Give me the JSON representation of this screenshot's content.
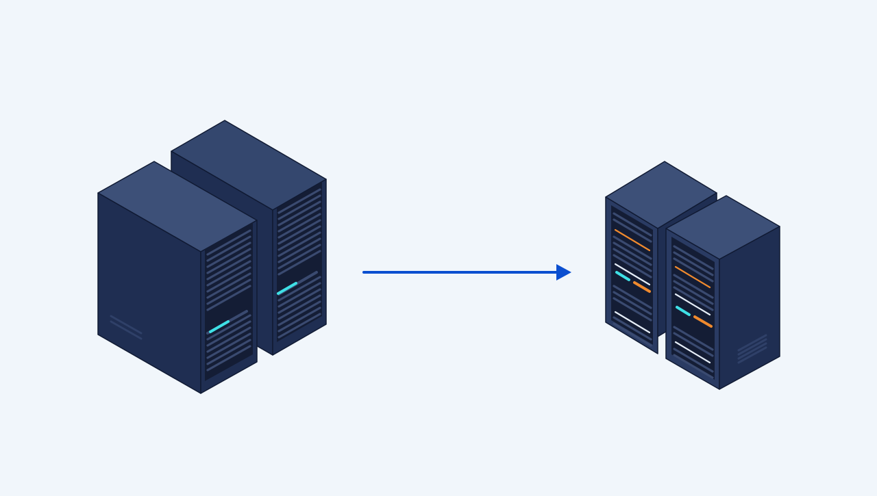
{
  "canvas": {
    "background": "#f1f6fb"
  },
  "colors": {
    "front_face": "#1f2e52",
    "side_face": "#2a3b63",
    "top_face": "#3d5078",
    "top_face_back": "#34476e",
    "bay": "#141d35",
    "slot": "#3a4a70",
    "vent": "#2f4068",
    "accent_cyan": "#3fe0e6",
    "accent_orange": "#f08a2e",
    "slot_light": "#e6eef8",
    "arrow": "#0b4fd0"
  },
  "source_group": {
    "icon": "server-tower-icon",
    "units": 2,
    "indicator_color": "accent_cyan"
  },
  "target_group": {
    "icon": "server-rack-icon",
    "units": 2,
    "indicator_colors": [
      "accent_cyan",
      "accent_orange"
    ]
  },
  "connector": {
    "icon": "arrow-right-icon",
    "direction": "right"
  }
}
